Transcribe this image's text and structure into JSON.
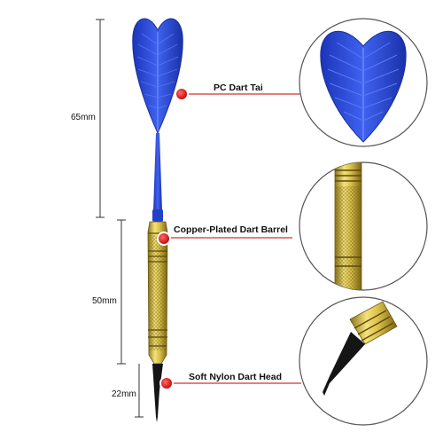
{
  "dimensions": {
    "flight": "65mm",
    "barrel": "50mm",
    "tip": "22mm"
  },
  "callouts": {
    "flight": "PC Dart Tai",
    "barrel": "Copper-Plated Dart Barrel",
    "tip": "Soft Nylon Dart Head"
  },
  "colors": {
    "flight_blue": "#2747e0",
    "brass": "#cdb33a",
    "tip_black": "#151515",
    "marker_red": "#e02020",
    "leader_red": "#d43030",
    "dimension_line": "#333333"
  }
}
